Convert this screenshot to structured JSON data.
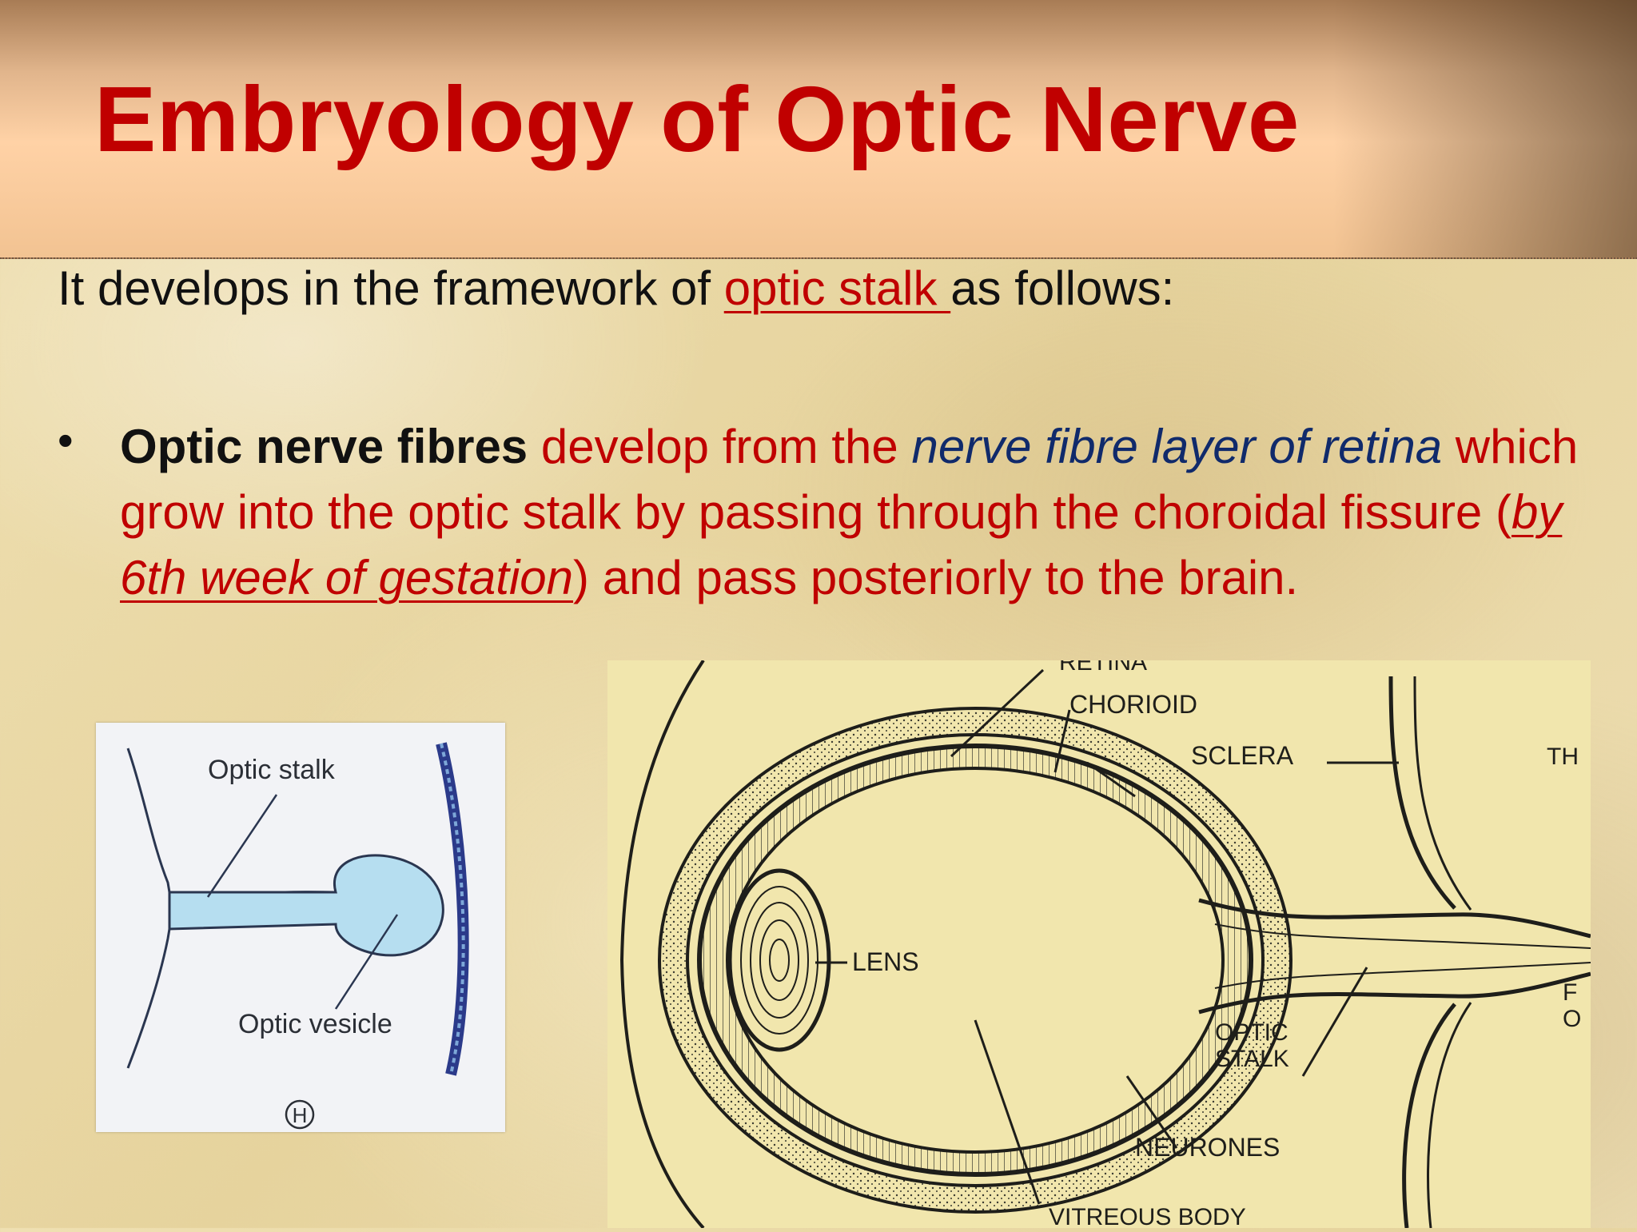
{
  "slide": {
    "title": "Embryology of Optic Nerve",
    "intro": {
      "before": "It develops in the framework of ",
      "link": "optic stalk ",
      "after": "as follows:"
    },
    "bullet": {
      "marker": "•",
      "bold": "Optic nerve fibres",
      "t1": " develop from the ",
      "italic": "nerve fibre layer of retina",
      "t2": " which grow into the optic stalk by passing through the choroidal fissure (",
      "underlined": "by 6th week of gestation",
      "t3": ") and pass posteriorly to the brain."
    }
  },
  "figure_left": {
    "labels": {
      "stalk": "Optic stalk",
      "vesicle": "Optic vesicle",
      "credit": "H"
    }
  },
  "figure_right": {
    "labels": {
      "retina": "RETINA",
      "chorioid": "CHORIOID",
      "sclera": "SCLERA",
      "lens": "LENS",
      "th": "TH",
      "optic": "OPTIC",
      "stalk": "STALK",
      "neurones": "NEURONES",
      "vitreous": "VITREOUS BODY",
      "f": "F",
      "o": "O"
    }
  }
}
